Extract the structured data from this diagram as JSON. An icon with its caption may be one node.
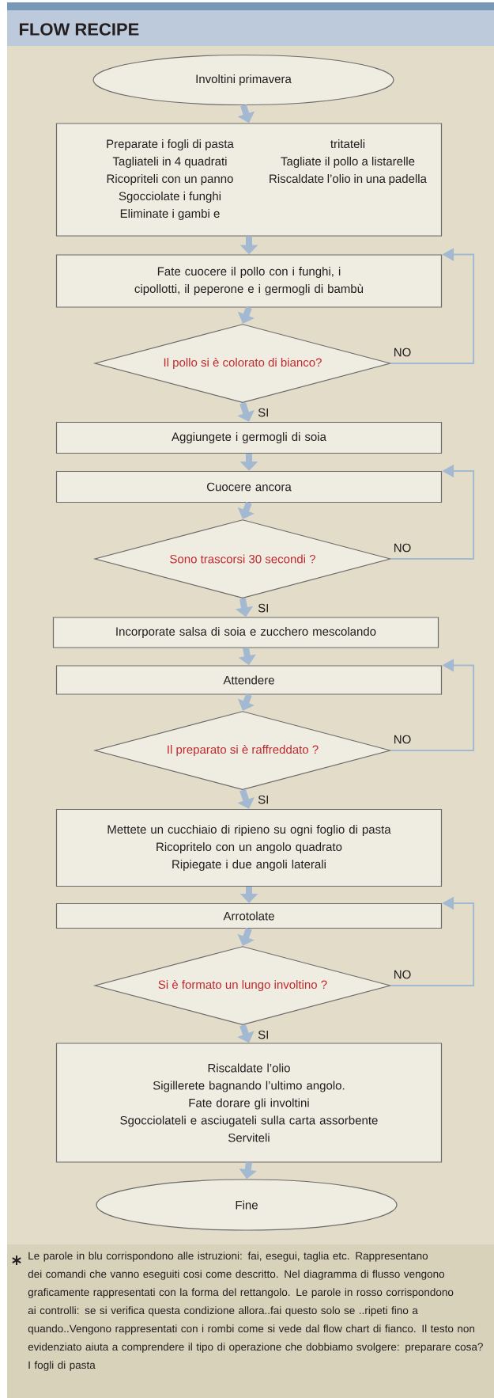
{
  "diagram": {
    "title": "FLOW RECIPE",
    "nodes": [
      {
        "text": [
          "Involtini primavera"
        ]
      },
      {
        "text": [
          "Preparate i fogli di pasta",
          "Tagliateli in 4 quadrati",
          "Ricopriteli con un panno",
          "Sgocciolate i funghi",
          "Eliminate i gambi e",
          "tritateli",
          "Tagliate il pollo a listarelle",
          "Riscaldate l’olio in una padella"
        ]
      },
      {
        "text": [
          "Fate cuocere il pollo con i funghi, i cipollotti, il peperone e i germogli di bambù"
        ]
      },
      {
        "text": [
          "Il pollo si è colorato di bianco?"
        ]
      },
      {
        "text": [
          "Aggiungete i germogli di soia"
        ]
      },
      {
        "text": [
          "Cuocere ancora"
        ]
      },
      {
        "text": [
          "Sono trascorsi 30 secondi ?"
        ]
      },
      {
        "text": [
          "Incorporate salsa di soia e zucchero mescolando"
        ]
      },
      {
        "text": [
          "Attendere"
        ]
      },
      {
        "text": [
          "Il preparato si è raffreddato ?"
        ]
      },
      {
        "text": [
          "Mettete un cucchiaio di ripieno su ogni foglio di pasta",
          "Ricopritelo con un angolo quadrato",
          "Ripiegate i due angoli laterali"
        ]
      },
      {
        "text": [
          "Arrotolate"
        ]
      },
      {
        "text": [
          "Si è formato un lungo involtino ?"
        ]
      },
      {
        "text": [
          "Riscaldate l’olio",
          "Sigillerete bagnando l’ultimo angolo.",
          "Fate dorare gli involtini",
          "Sgocciolateli e asciugateli sulla carta assorbente",
          "Serviteli"
        ]
      },
      {
        "text": [
          "Fine"
        ]
      }
    ],
    "edges": [
      {
        "from": 0,
        "to": 1,
        "arrow": "to"
      },
      {
        "from": 1,
        "to": 2,
        "arrow": "to"
      },
      {
        "from": 2,
        "to": 3,
        "arrow": "to"
      },
      {
        "from": 3,
        "to": 4,
        "arrow": "to",
        "label": "SI"
      },
      {
        "from": 3,
        "to": 2,
        "arrow": "to",
        "label": "NO"
      },
      {
        "from": 4,
        "to": 5,
        "arrow": "to"
      },
      {
        "from": 5,
        "to": 6,
        "arrow": "to"
      },
      {
        "from": 6,
        "to": 7,
        "arrow": "to",
        "label": "SI"
      },
      {
        "from": 6,
        "to": 5,
        "arrow": "to",
        "label": "NO"
      },
      {
        "from": 7,
        "to": 8,
        "arrow": "to"
      },
      {
        "from": 8,
        "to": 9,
        "arrow": "to"
      },
      {
        "from": 9,
        "to": 10,
        "arrow": "to",
        "label": "SI"
      },
      {
        "from": 9,
        "to": 8,
        "arrow": "to",
        "label": "NO"
      },
      {
        "from": 10,
        "to": 11,
        "arrow": "to"
      },
      {
        "from": 11,
        "to": 12,
        "arrow": "to"
      },
      {
        "from": 12,
        "to": 13,
        "arrow": "to",
        "label": "SI"
      },
      {
        "from": 12,
        "to": 11,
        "arrow": "to",
        "label": "NO"
      },
      {
        "from": 13,
        "to": 14,
        "arrow": "to"
      }
    ],
    "labels": [
      "Le parole in blu corrispondono alle istruzioni: fai, esegui, taglia etc. Rappresentano dei comandi che vanno eseguiti cosi come descritto. Nel diagramma di flusso vengono graficamente rappresentati con la forma del rettangolo. Le parole in rosso corrispondono ai controlli: se si verifica questa condizione allora..fai questo solo se ..ripeti fino a quando..Vengono rappresentati con i rombi come si vede dal flow chart di fianco. Il testo non evidenziato aiuta a comprendere il tipo di operazione che dobbiamo svolgere: preparare cosa? I fogli di pasta"
    ]
  }
}
